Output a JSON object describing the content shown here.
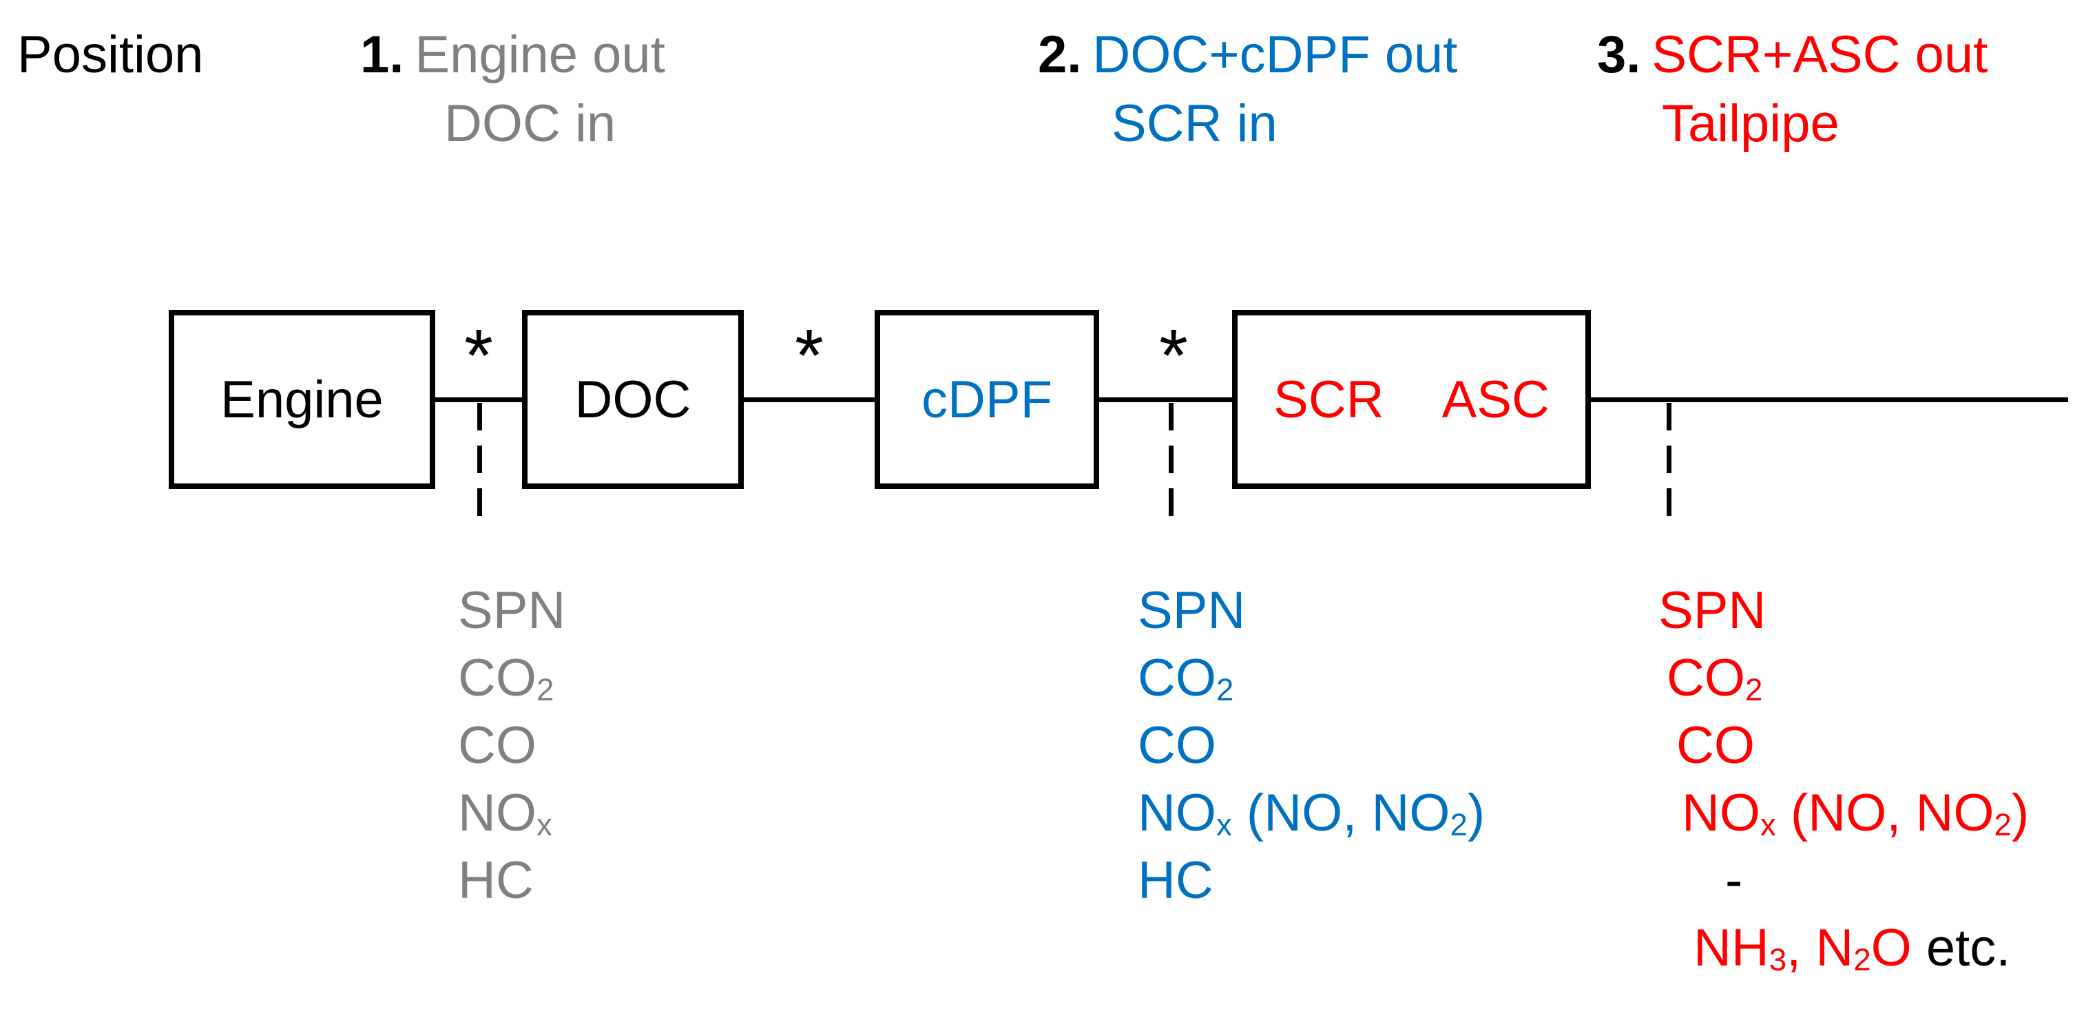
{
  "header": {
    "label": "Position",
    "positions": [
      {
        "number": "1.",
        "line1": "Engine out",
        "line2": "DOC in"
      },
      {
        "number": "2.",
        "line1": "DOC+cDPF out",
        "line2": "SCR in"
      },
      {
        "number": "3.",
        "line1": "SCR+ASC out",
        "line2": "Tailpipe"
      }
    ]
  },
  "diagram": {
    "boxes": [
      {
        "label": "Engine"
      },
      {
        "label": "DOC"
      },
      {
        "label": "cDPF"
      },
      {
        "label_left": "SCR",
        "label_right": "ASC"
      }
    ],
    "junction_marker": "*"
  },
  "species": {
    "pos1": [
      "SPN",
      "CO~2~",
      "CO",
      "NO~x~",
      "HC"
    ],
    "pos2": [
      "SPN",
      "CO~2~",
      "CO",
      "NO~x~ (NO, NO~2~)",
      "HC"
    ],
    "pos3": [
      "SPN",
      "CO~2~",
      "CO",
      "NO~x~ (NO, NO~2~)",
      "-",
      "NH~3~, N~2~O"
    ],
    "pos3_suffix": " etc."
  },
  "colors": {
    "position1": "#808080",
    "position2": "#0070C0",
    "position3": "#FF0000",
    "ink": "#000000"
  }
}
